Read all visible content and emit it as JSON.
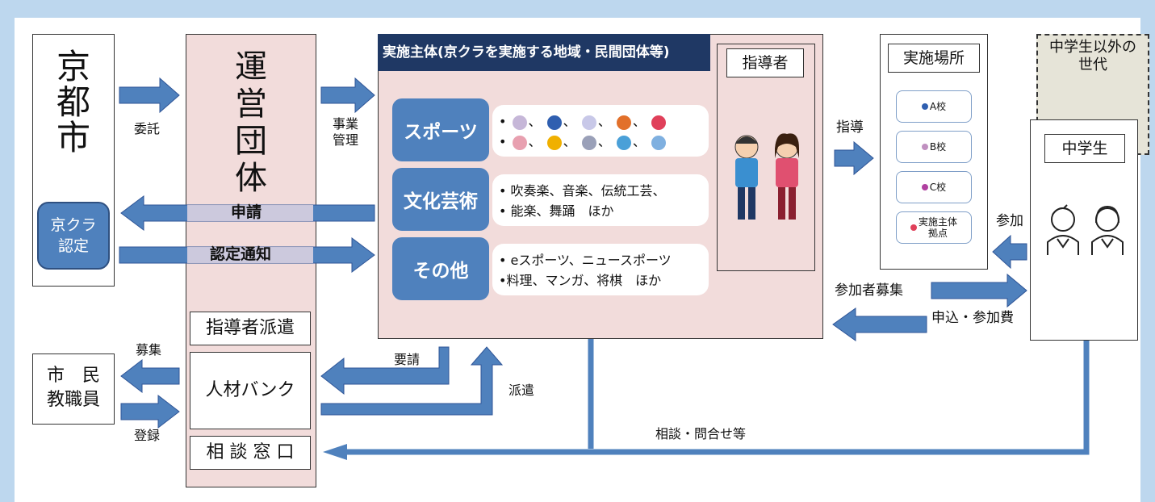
{
  "kyoto_city": {
    "chars": [
      "京",
      "都",
      "市"
    ]
  },
  "kyocla_cert": {
    "line1": "京クラ",
    "line2": "認定"
  },
  "labels": {
    "itaku": "委託",
    "jigyo_kanri_1": "事業",
    "jigyo_kanri_2": "管理",
    "shinsei": "申請",
    "nintei_tsuchi": "認定通知",
    "boshu": "募集",
    "toroku": "登録",
    "yosei": "要請",
    "haken": "派遣",
    "shido": "指導",
    "sanka": "参加",
    "sankasha_boshu": "参加者募集",
    "moushikomi": "申込・参加費",
    "sodan": "相談・問合せ等"
  },
  "operator": {
    "chars": [
      "運",
      "営",
      "団",
      "体"
    ],
    "instructor_dispatch": "指導者派遣",
    "talent_bank": "人材バンク",
    "consult_window": "相 談 窓 口"
  },
  "citizens": {
    "line1": "市　民",
    "line2": "教職員"
  },
  "implementer": {
    "title": "実施主体(京クラを実施する地域・民間団体等)",
    "instructor": "指導者",
    "categories": [
      {
        "name": "スポーツ",
        "lines": [
          "、 、 、 、",
          "、 、 、 、"
        ]
      },
      {
        "name": "文化芸術",
        "lines": [
          "吹奏楽、音楽、伝統工芸、",
          "能楽、舞踊　ほか"
        ]
      },
      {
        "name": "その他",
        "lines": [
          "eスポーツ、ニュースポーツ",
          "料理、マンガ、将棋　ほか"
        ]
      }
    ]
  },
  "venues": {
    "title": "実施場所",
    "items": [
      "A校",
      "B校",
      "C校",
      "実施主体\n拠点"
    ]
  },
  "other_gen": {
    "line1": "中学生以外の",
    "line2": "世代"
  },
  "students": {
    "title": "中学生"
  },
  "colors": {
    "arrow": "#4f81bd",
    "panel_pink": "#f2dcdb",
    "category_blue": "#4f81bd",
    "background": "#bdd7ee"
  }
}
